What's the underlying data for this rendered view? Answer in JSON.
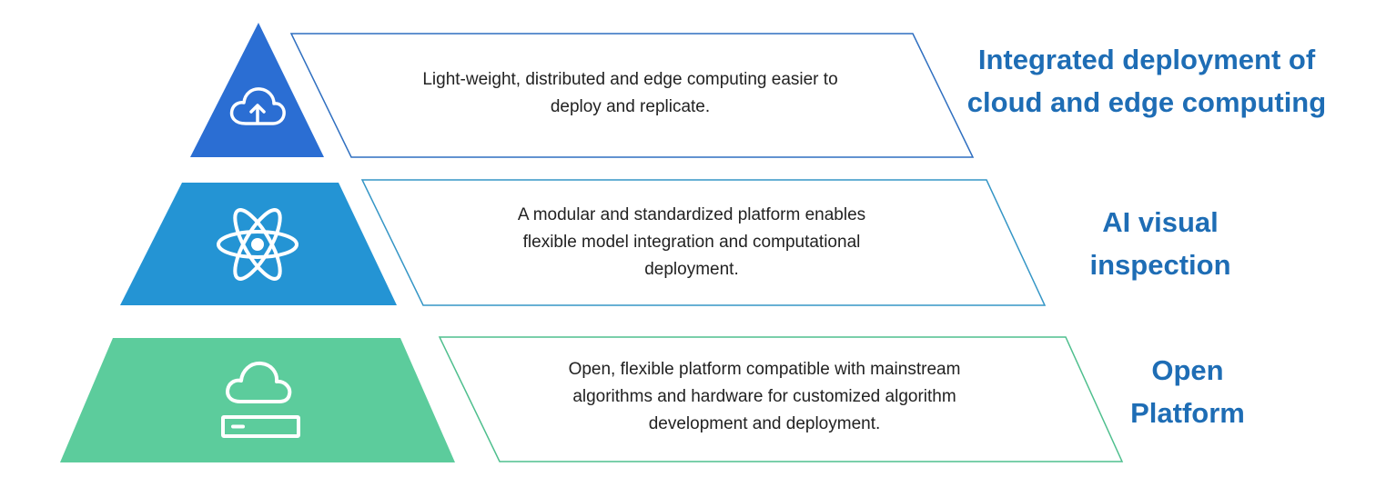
{
  "colors": {
    "tier_top": "#2b6ed3",
    "tier_middle": "#2494d4",
    "tier_bottom": "#5ccc9c",
    "outline_top": "#2f6fc0",
    "outline_middle": "#3596c6",
    "outline_bottom": "#4fbf8e",
    "heading": "#1e6db5",
    "text": "#222222",
    "icon": "#ffffff"
  },
  "tiers": [
    {
      "icon": "cloud-upload-icon",
      "description_lines": [
        "Light-weight, distributed and edge computing easier to",
        "deploy and replicate."
      ],
      "heading_lines": [
        "Integrated deployment of",
        "cloud and edge computing"
      ]
    },
    {
      "icon": "atom-icon",
      "description_lines": [
        "A modular and standardized platform enables",
        "flexible model integration and computational",
        "deployment."
      ],
      "heading_lines": [
        "AI visual",
        "inspection"
      ]
    },
    {
      "icon": "cloud-server-icon",
      "description_lines": [
        "Open, flexible platform compatible with mainstream",
        "algorithms and hardware for customized algorithm",
        "development and deployment."
      ],
      "heading_lines": [
        "Open",
        "Platform"
      ]
    }
  ]
}
